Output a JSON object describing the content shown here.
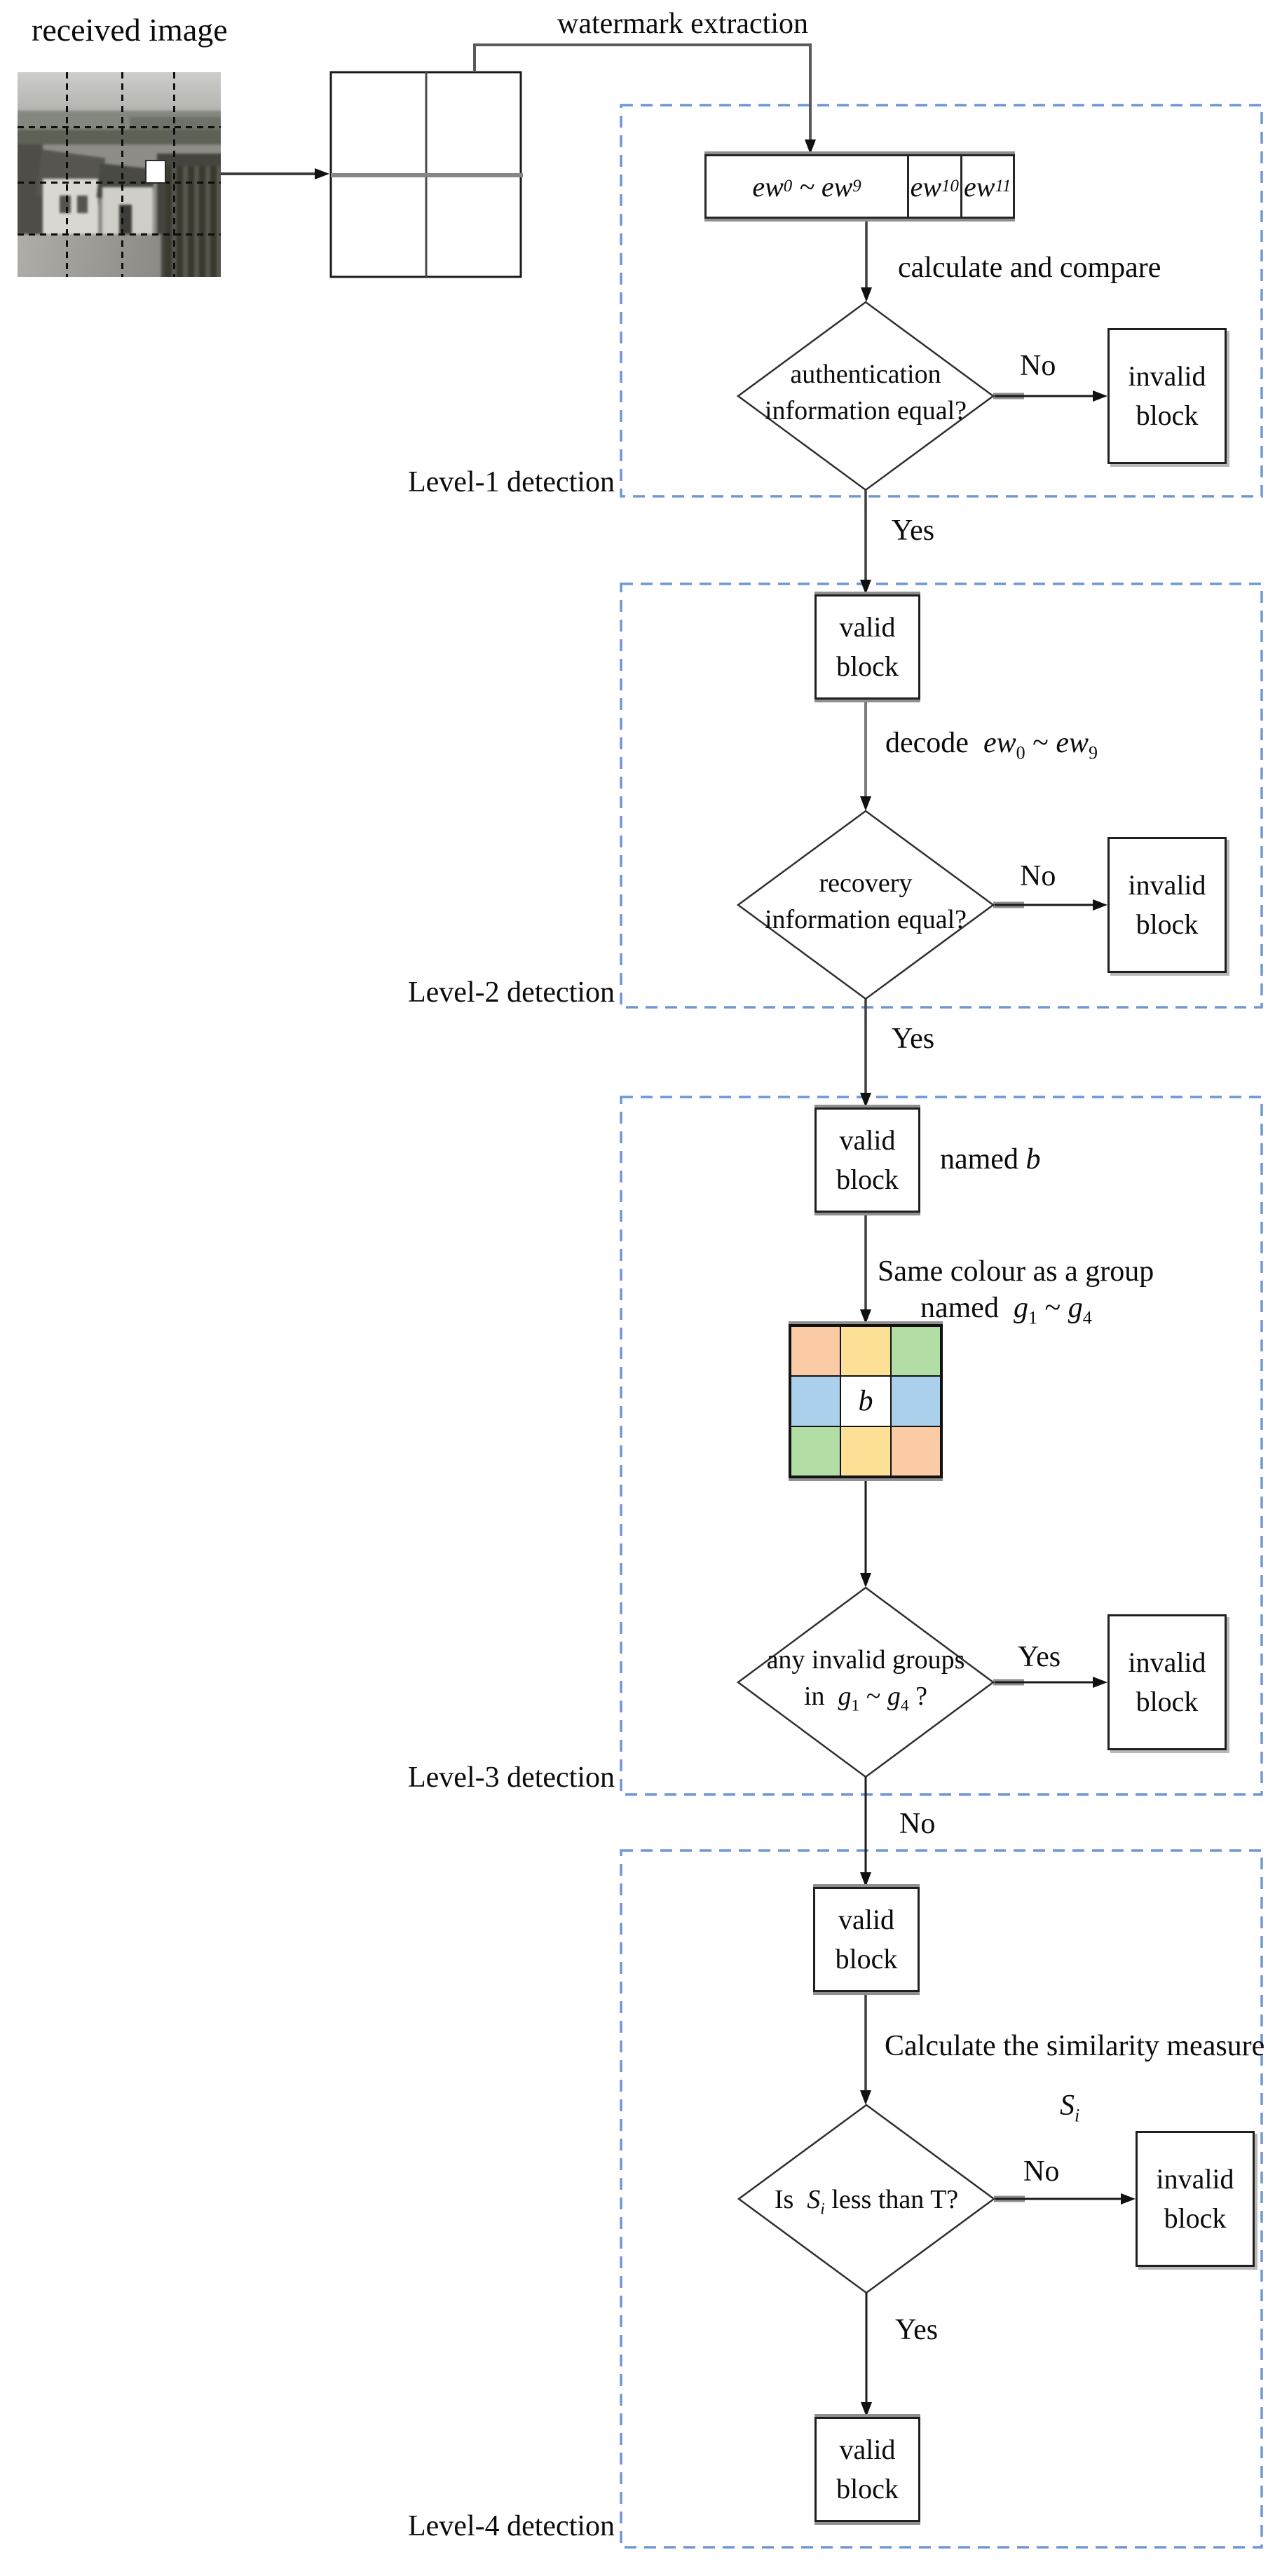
{
  "labels": {
    "received_image": "received image",
    "watermark_extraction": "watermark extraction",
    "calculate_and_compare": "calculate and compare",
    "decode_prefix": "decode",
    "named_prefix": "named",
    "same_colour_line": "Same colour as a group",
    "calc_similarity": "Calculate the similarity measure",
    "level1": "Level-1 detection",
    "level2": "Level-2 detection",
    "level3": "Level-3 detection",
    "level4": "Level-4 detection",
    "yes": "Yes",
    "no": "No"
  },
  "blocks": {
    "valid_line1": "valid",
    "valid_line2": "block",
    "invalid_line1": "invalid",
    "invalid_line2": "block"
  },
  "diamonds": {
    "d1_line1": "authentication",
    "d1_line2": "information equal?",
    "d2_line1": "recovery",
    "d2_line2": "information equal?",
    "d3_line1": "any invalid groups",
    "d3_line2_pre": "in",
    "d3_line2_post": "?",
    "d4_pre": "Is",
    "d4_post": "less than T?"
  },
  "math": {
    "ew": "ew",
    "sub0": "0",
    "sub9": "9",
    "sub10": "10",
    "sub11": "11",
    "tilde": "~",
    "g": "g",
    "g1": "1",
    "g4": "4",
    "S": "S",
    "Si_sub": "i",
    "b": "b"
  },
  "colors": {
    "peach": "#FACBA4",
    "yellow": "#FBE096",
    "green": "#B2DDA5",
    "blue": "#ABD0EC",
    "white": "#FFFFFF",
    "dashed_border": "#6E97D4",
    "line": "#3d3d3d",
    "arrowhead": "#111111"
  },
  "colour_grid": {
    "cells": [
      [
        "peach",
        "yellow",
        "green"
      ],
      [
        "blue",
        "white",
        "blue"
      ],
      [
        "green",
        "yellow",
        "peach"
      ]
    ],
    "center_label": "b"
  }
}
